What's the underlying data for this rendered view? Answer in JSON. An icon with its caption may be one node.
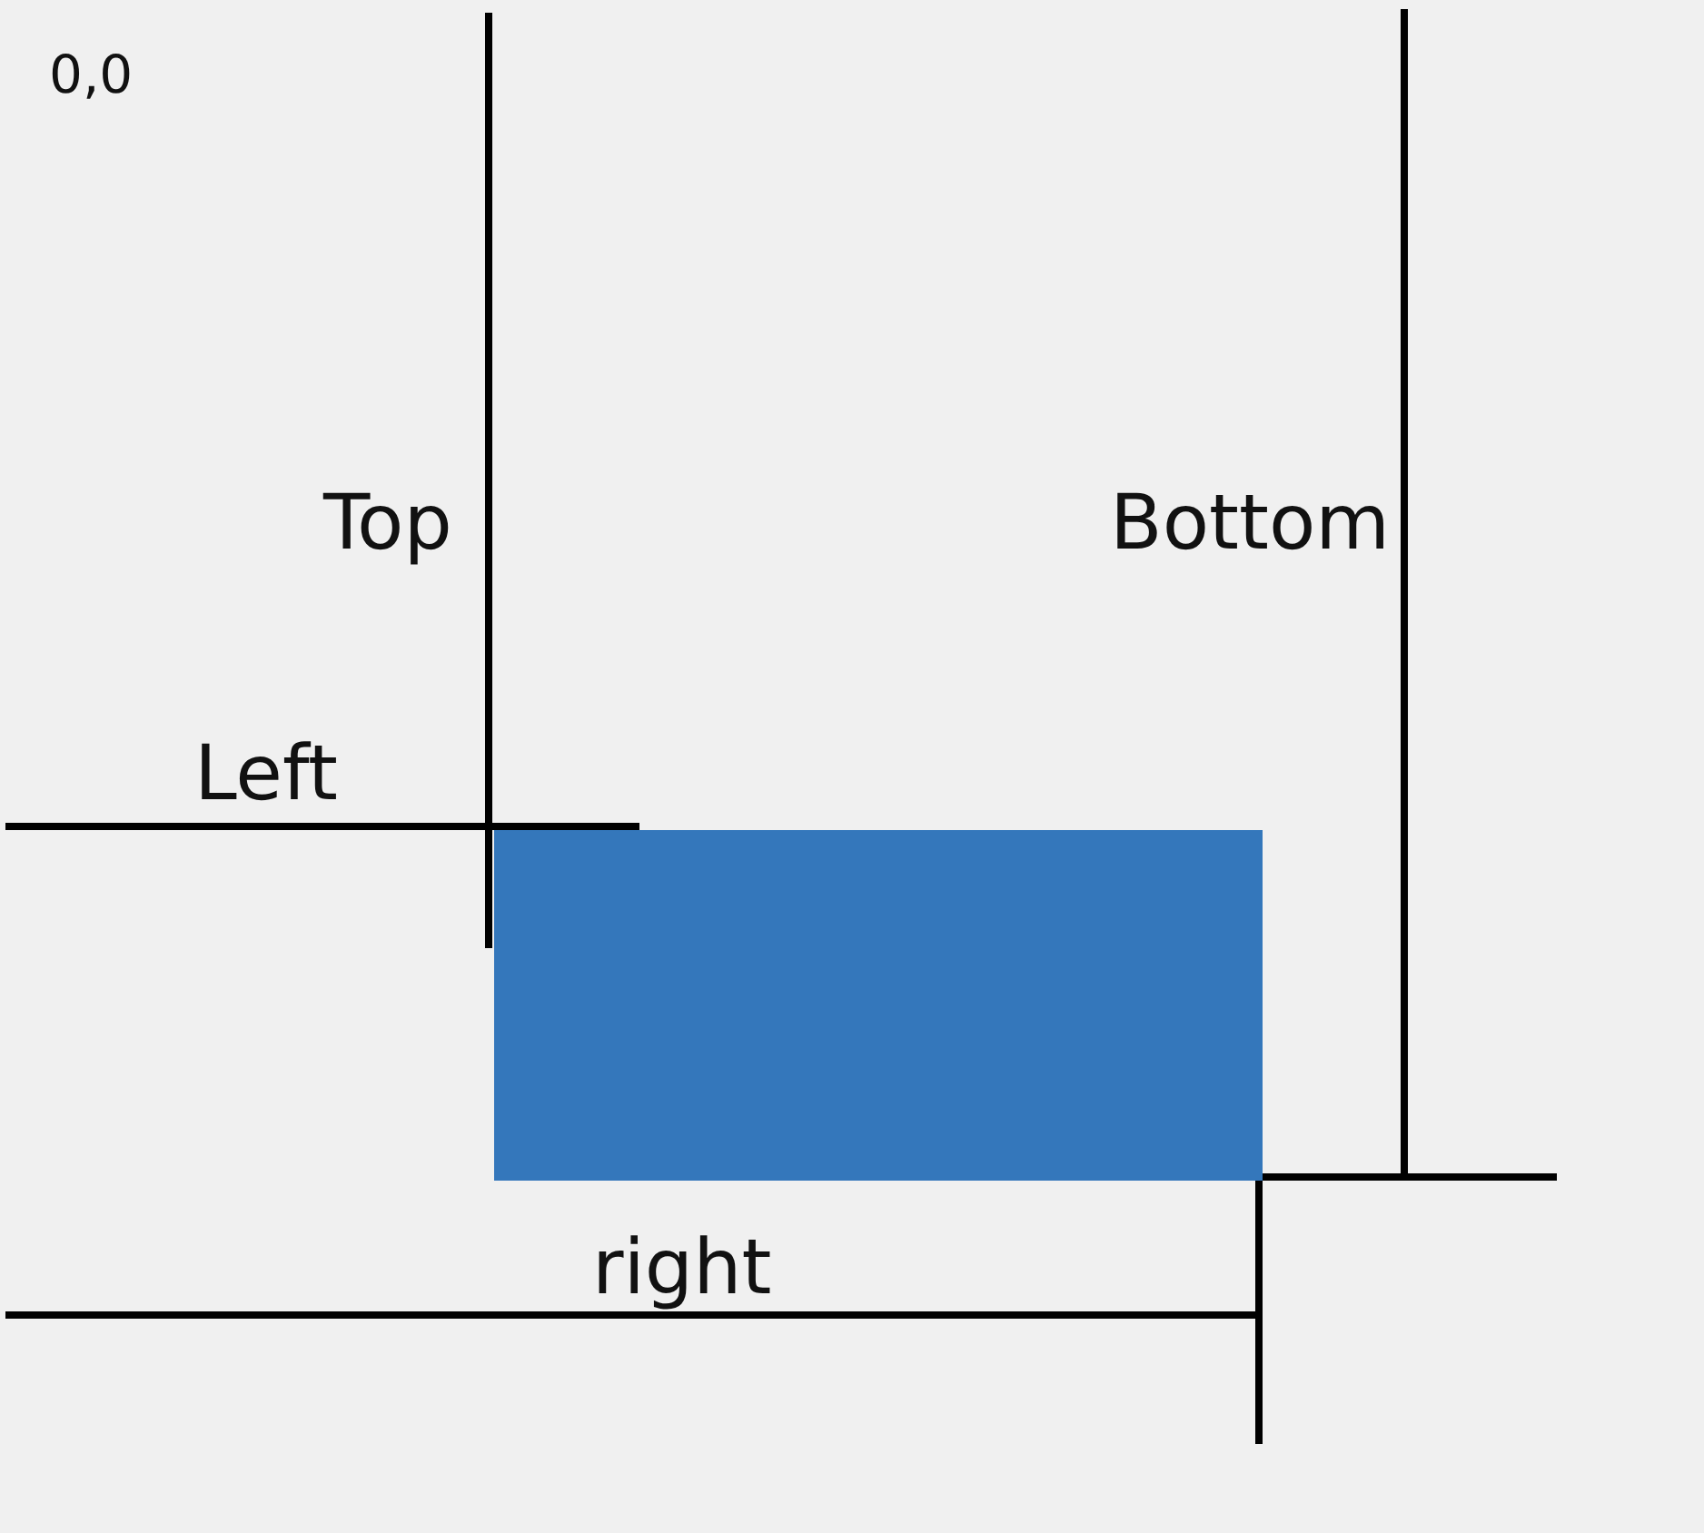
{
  "diagram": {
    "nodes": [
      {
        "text": [],
        "shape": "box"
      }
    ],
    "labels": [
      "0,0",
      "Top",
      "Bottom",
      "Left",
      "right"
    ]
  }
}
